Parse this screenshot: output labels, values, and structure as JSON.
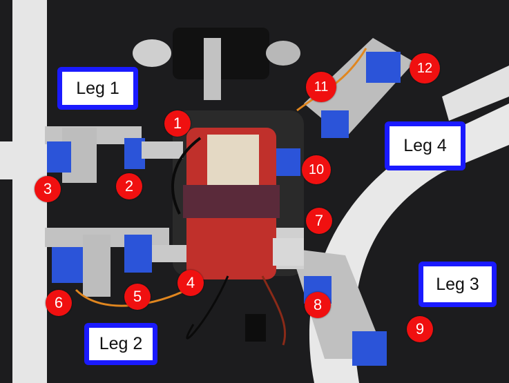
{
  "image": {
    "description_icon": "hexapod-robot-photo-icon",
    "colors": {
      "floor": "#1c1c1e",
      "tape": "#e9e9e9",
      "bracket": "#bdbdbd",
      "servo": "#2a52d6",
      "battery": "#c0302b",
      "badge": "#f01010",
      "label_border": "#1a1aff"
    }
  },
  "legs": [
    {
      "label": "Leg 1"
    },
    {
      "label": "Leg 2"
    },
    {
      "label": "Leg 3"
    },
    {
      "label": "Leg 4"
    }
  ],
  "servos": [
    "1",
    "2",
    "3",
    "4",
    "5",
    "6",
    "7",
    "8",
    "9",
    "10",
    "11",
    "12"
  ]
}
